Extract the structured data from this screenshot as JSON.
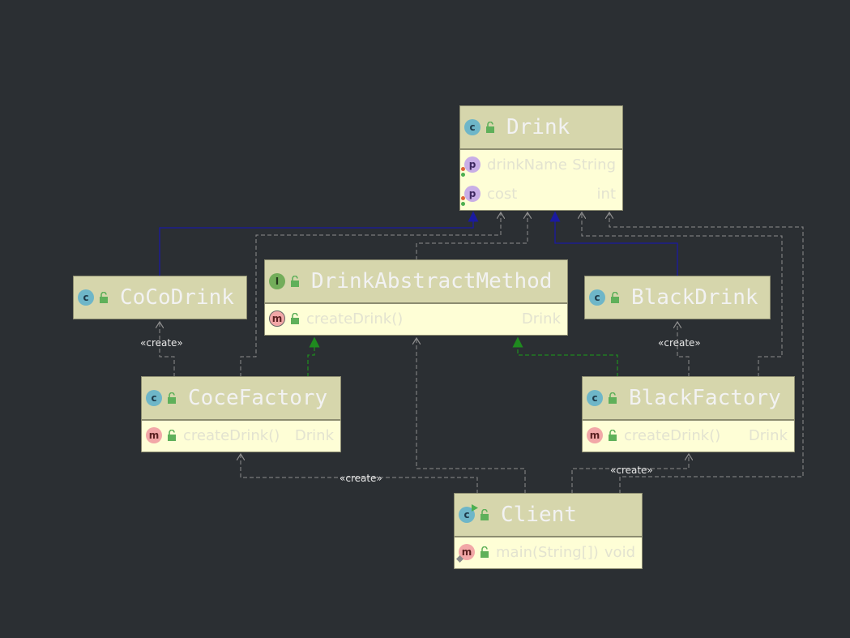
{
  "nodes": {
    "drink": {
      "title": "Drink",
      "kind": "class",
      "members": [
        {
          "name": "drinkName",
          "type": "String"
        },
        {
          "name": "cost",
          "type": "int"
        }
      ]
    },
    "drink_abstract_method": {
      "title": "DrinkAbstractMethod",
      "kind": "interface",
      "members": [
        {
          "name": "createDrink()",
          "type": "Drink"
        }
      ]
    },
    "coco_drink": {
      "title": "CoCoDrink",
      "kind": "class"
    },
    "black_drink": {
      "title": "BlackDrink",
      "kind": "class"
    },
    "coce_factory": {
      "title": "CoceFactory",
      "kind": "class",
      "members": [
        {
          "name": "createDrink()",
          "type": "Drink"
        }
      ]
    },
    "black_factory": {
      "title": "BlackFactory",
      "kind": "class",
      "members": [
        {
          "name": "createDrink()",
          "type": "Drink"
        }
      ]
    },
    "client": {
      "title": "Client",
      "kind": "class",
      "members": [
        {
          "name": "main(String[])",
          "type": "void"
        }
      ]
    }
  },
  "icons": {
    "class": "c",
    "interface": "I",
    "method": "m",
    "property": "p"
  },
  "edge_labels": {
    "coco_create": "«create»",
    "black_create": "«create»",
    "client_coce_create": "«create»",
    "client_black_create": "«create»"
  },
  "colors": {
    "background": "#2b2f33",
    "inheritance": "#1a1aa0",
    "implementation": "#1f8a1f",
    "dependency": "#8e8e8e"
  }
}
